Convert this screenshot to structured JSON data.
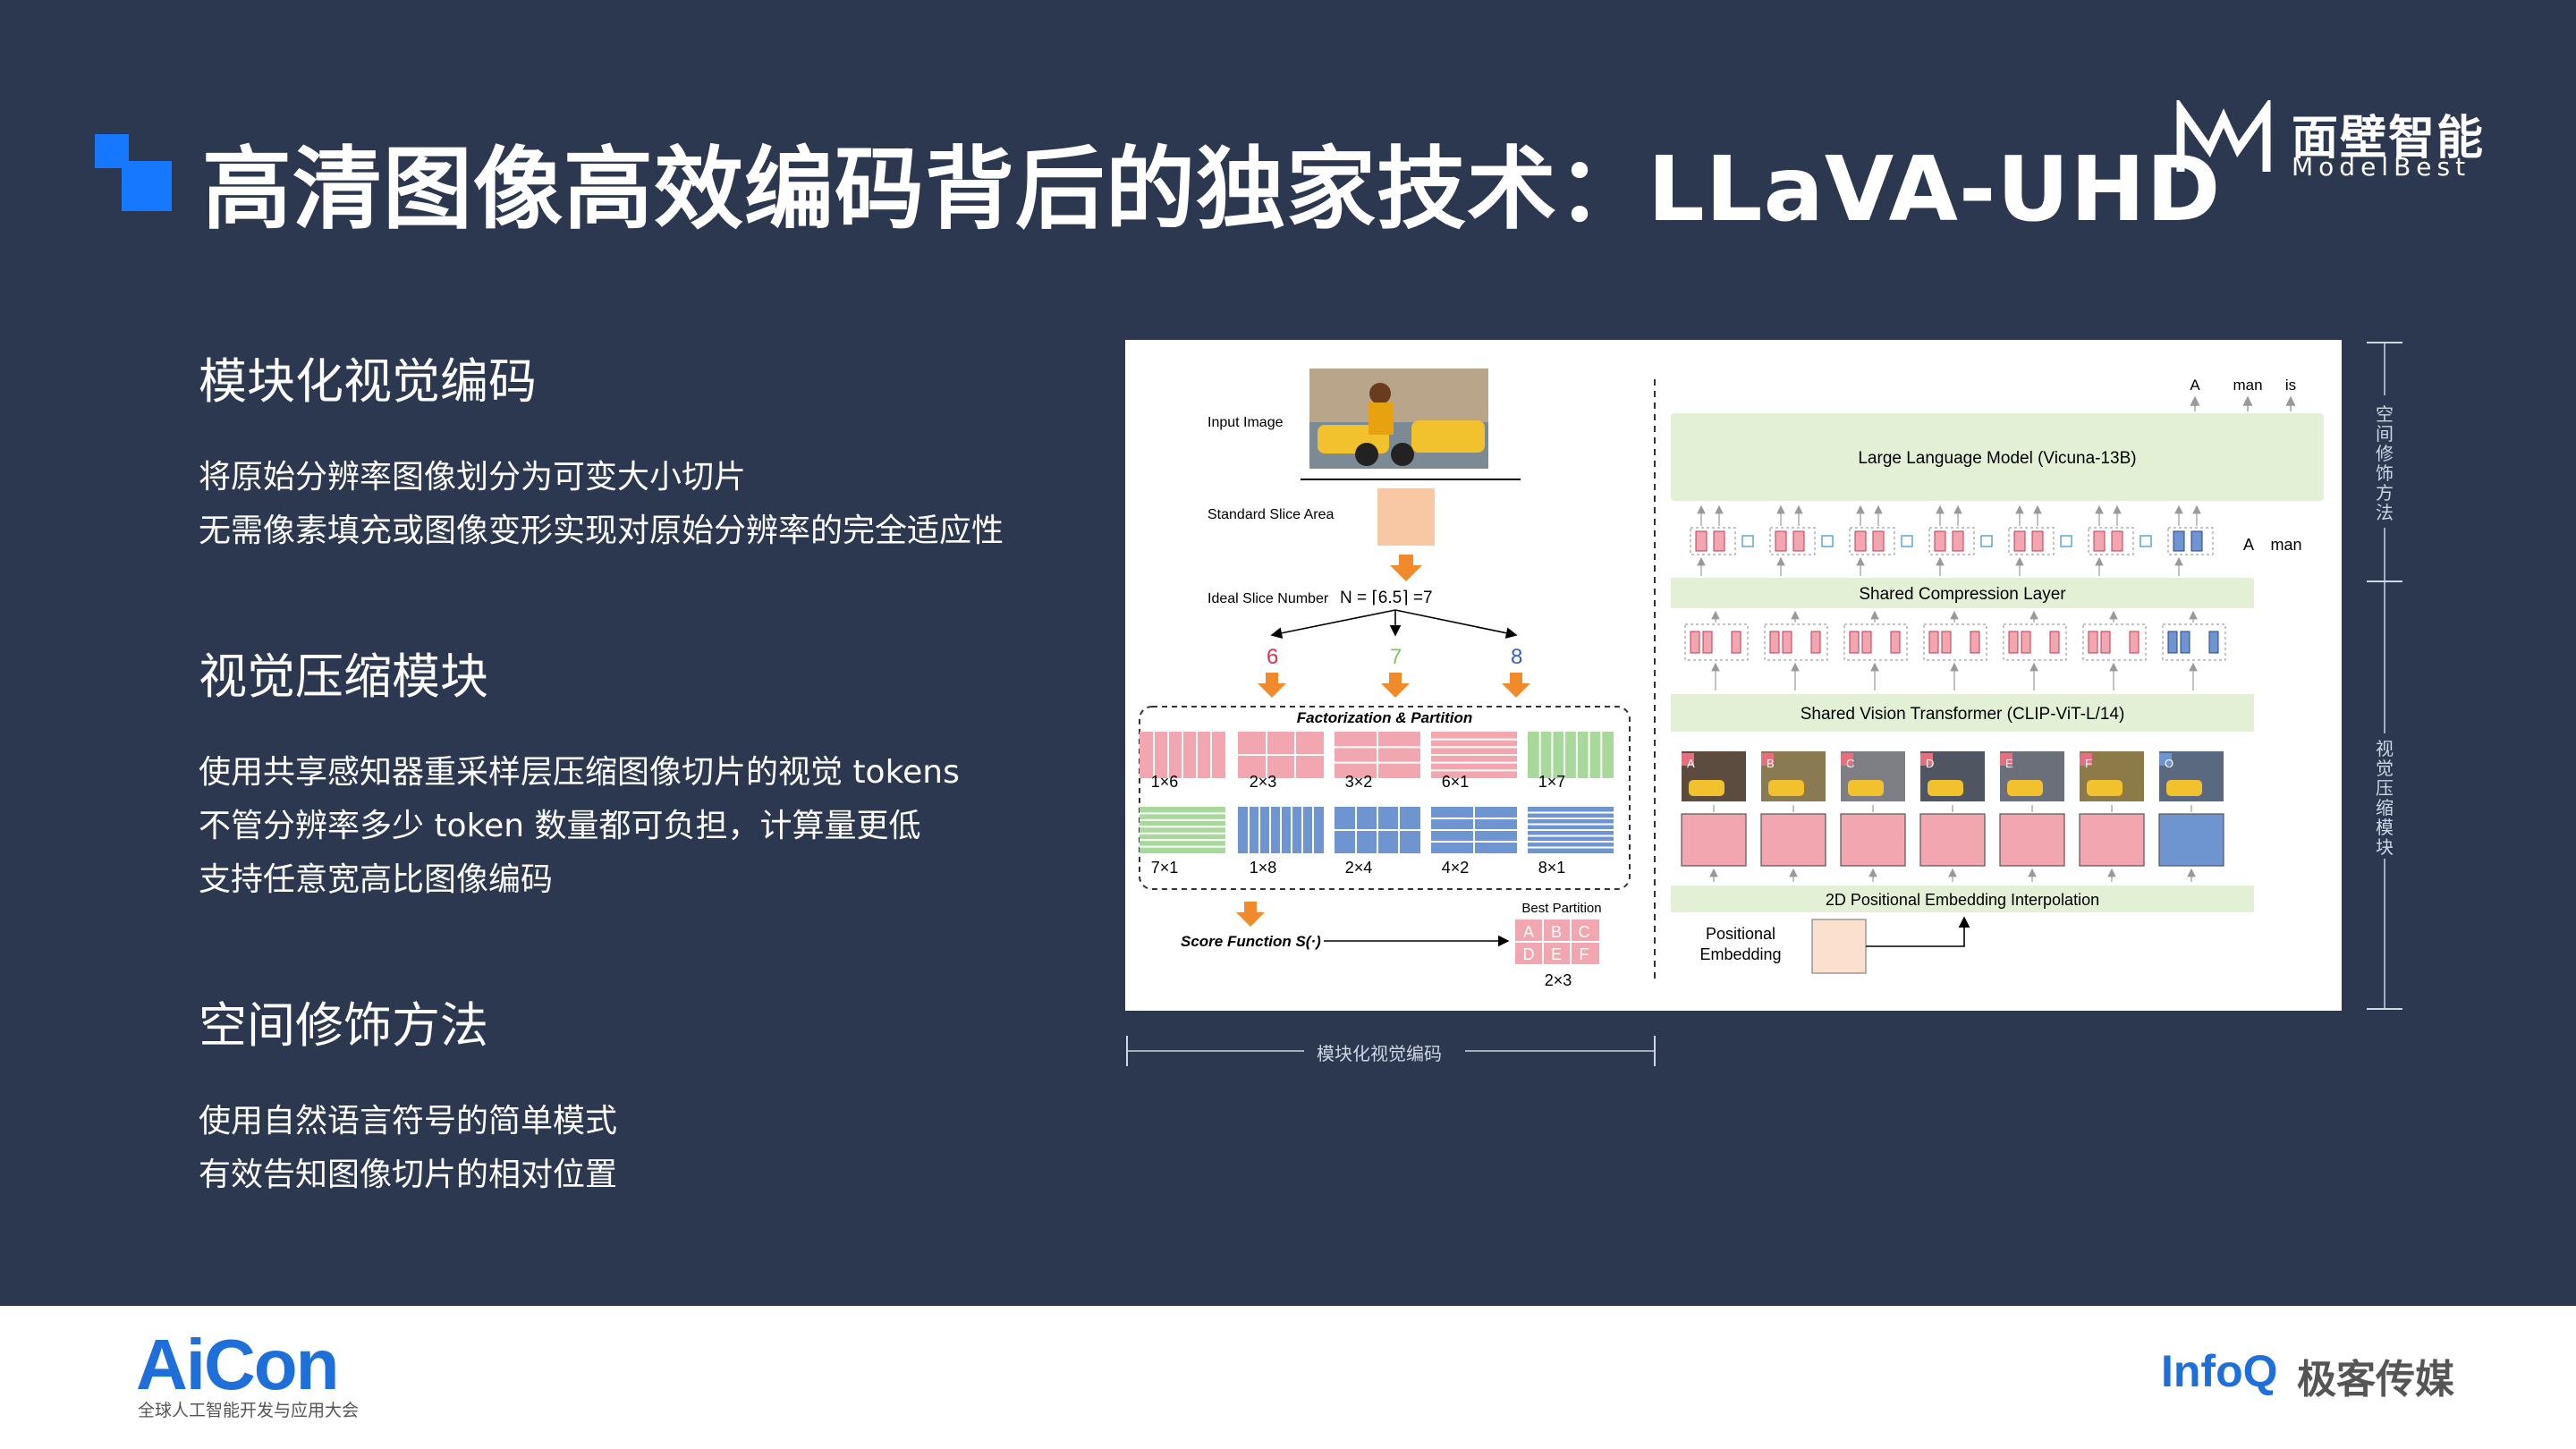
{
  "header": {
    "title": "高清图像高效编码背后的独家技术：LLaVA-UHD",
    "logo_cn": "面壁智能",
    "logo_en": "ModelBest"
  },
  "sections": [
    {
      "heading": "模块化视觉编码",
      "lines": [
        "将原始分辨率图像划分为可变大小切片",
        "无需像素填充或图像变形实现对原始分辨率的完全适应性"
      ]
    },
    {
      "heading": "视觉压缩模块",
      "lines": [
        "使用共享感知器重采样层压缩图像切片的视觉 tokens",
        "不管分辨率多少 token 数量都可负担，计算量更低",
        "支持任意宽高比图像编码"
      ]
    },
    {
      "heading": "空间修饰方法",
      "lines": [
        "使用自然语言符号的简单模式",
        "有效告知图像切片的相对位置"
      ]
    }
  ],
  "figure": {
    "input_image": "Input Image",
    "standard_slice": "Standard Slice Area",
    "ideal_slice": "Ideal Slice Number",
    "formula": "N = ⌈6.5⌉ =7",
    "candidates": [
      "6",
      "7",
      "8"
    ],
    "factorization": "Factorization & Partition",
    "partitions_row1": [
      "1×6",
      "2×3",
      "3×2",
      "6×1",
      "1×7"
    ],
    "partitions_row2": [
      "7×1",
      "1×8",
      "2×4",
      "4×2",
      "8×1"
    ],
    "score_function": "Score Function S(·)",
    "best_partition": "Best Partition",
    "best_cells": [
      "A",
      "B",
      "C",
      "D",
      "E",
      "F"
    ],
    "best_label": "2×3",
    "llm": "Large Language Model (Vicuna-13B)",
    "output_tokens": [
      "A",
      "man",
      "is"
    ],
    "input_tokens": [
      "A",
      "man"
    ],
    "newline": "\\n",
    "compression": "Shared Compression Layer",
    "vit": "Shared Vision Transformer (CLIP-ViT-L/14)",
    "slice_letters": [
      "A",
      "B",
      "C",
      "D",
      "E",
      "F",
      "O"
    ],
    "pos_interp": "2D Positional Embedding Interpolation",
    "pos_embed": [
      "Positional",
      "Embedding"
    ]
  },
  "brackets": {
    "bottom": "模块化视觉编码",
    "right_top": "空间修饰方法",
    "right_bottom": "视觉压缩模块"
  },
  "footer": {
    "aicon": "AiCon",
    "aicon_sub": "全球人工智能开发与应用大会",
    "infoq": "InfoQ",
    "jike": "极客传媒"
  },
  "colors": {
    "background": "#2b3850",
    "accent": "#1677ff",
    "pink": "#f2a7b0",
    "blue": "#6f95d0",
    "green": "#a8d89a",
    "orange": "#f08a2a",
    "layer": "#e4f0d6"
  }
}
